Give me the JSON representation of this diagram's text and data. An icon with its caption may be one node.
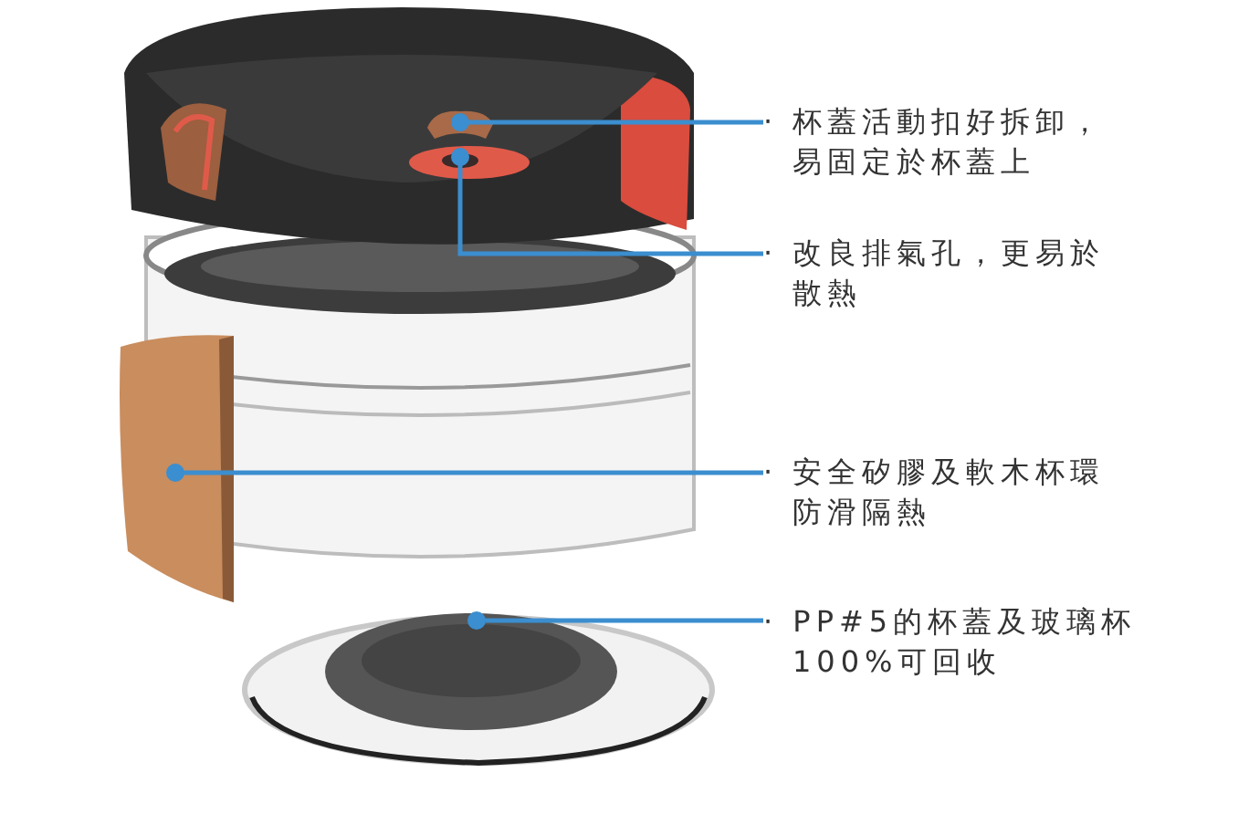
{
  "diagram": {
    "nodes": [
      {
        "text": [
          "· 杯蓋活動扣好拆卸，易固定於杯蓋上"
        ]
      },
      {
        "text": [
          "· 改良排氣孔，更易於散熱"
        ]
      },
      {
        "text": [
          "· 安全矽膠及軟木杯環防滑隔熱"
        ]
      },
      {
        "text": [
          "· PP#5的杯蓋及玻璃杯100%可回收"
        ]
      },
      {
        "text": [],
        "shape": "picture"
      },
      {
        "text": [],
        "shape": "picture"
      },
      {
        "text": [],
        "shape": "picture"
      },
      {
        "text": [],
        "shape": "picture"
      }
    ],
    "edges": [
      {
        "from": 0,
        "to": 4,
        "arrow": "other"
      },
      {
        "from": 1,
        "to": 5,
        "arrow": "other"
      },
      {
        "from": 2,
        "to": 6,
        "arrow": "other"
      },
      {
        "from": 3,
        "to": 7,
        "arrow": "other"
      }
    ]
  }
}
